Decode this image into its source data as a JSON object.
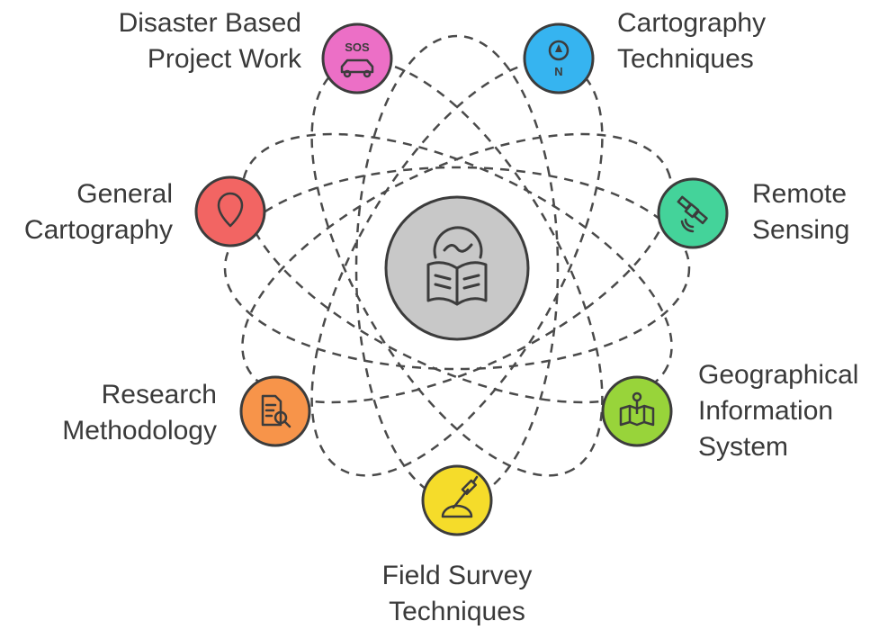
{
  "hub": {
    "icon": "globe-book-icon",
    "fill": "#c8c8c8"
  },
  "nodes": [
    {
      "id": "disaster",
      "lines": [
        "Disaster Based",
        "Project Work"
      ],
      "icon": "sos-car-icon",
      "fill": "#ec6fc6"
    },
    {
      "id": "cartography-techniques",
      "lines": [
        "Cartography",
        "Techniques"
      ],
      "icon": "compass-icon",
      "fill": "#36b4f0"
    },
    {
      "id": "remote-sensing",
      "lines": [
        "Remote",
        "Sensing"
      ],
      "icon": "satellite-icon",
      "fill": "#44d39a"
    },
    {
      "id": "gis",
      "lines": [
        "Geographical",
        "Information",
        "System"
      ],
      "icon": "map-pin-icon",
      "fill": "#98d43a"
    },
    {
      "id": "field-survey",
      "lines": [
        "Field Survey",
        "Techniques"
      ],
      "icon": "telescope-icon",
      "fill": "#f5dc2a"
    },
    {
      "id": "research",
      "lines": [
        "Research",
        "Methodology"
      ],
      "icon": "document-search-icon",
      "fill": "#f7944a"
    },
    {
      "id": "general-cartography",
      "lines": [
        "General",
        "Cartography"
      ],
      "icon": "location-pin-icon",
      "fill": "#f26563"
    }
  ]
}
